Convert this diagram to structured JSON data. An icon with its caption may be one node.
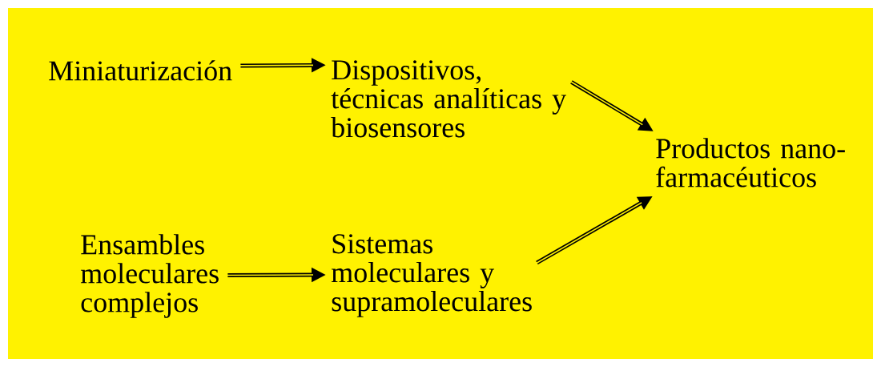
{
  "diagram": {
    "nodes": [
      {
        "text": [
          "Miniaturización"
        ]
      },
      {
        "text": [
          "Dispositivos, técnicas analíticas y biosensores"
        ]
      },
      {
        "text": [
          "Productos nano-farmacéuticos"
        ]
      },
      {
        "text": [
          "Ensambles moleculares complejos"
        ]
      },
      {
        "text": [
          "Sistemas moleculares y supramoleculares"
        ]
      }
    ],
    "edges": [
      {
        "from": 0,
        "to": 1,
        "arrow": "to"
      },
      {
        "from": 1,
        "to": 2,
        "arrow": "to"
      },
      {
        "from": 3,
        "to": 4,
        "arrow": "to"
      },
      {
        "from": 4,
        "to": 2,
        "arrow": "to"
      }
    ]
  }
}
